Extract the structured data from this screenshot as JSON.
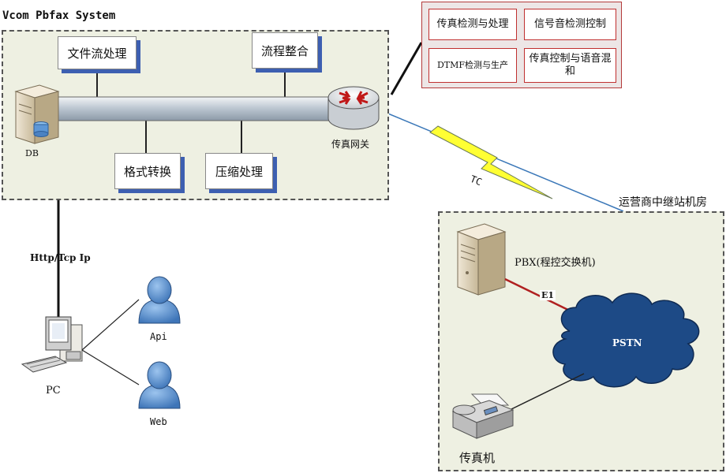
{
  "system_title": "Vcom Pbfax System",
  "modules": {
    "file_stream": "文件流处理",
    "process_integration": "流程整合",
    "format_conversion": "格式转换",
    "compression": "压缩处理"
  },
  "db_label": "DB",
  "gateway_label": "传真网关",
  "functions": {
    "fax_detect": "传真检测与处理",
    "signal_detect": "信号音检测控制",
    "dtmf": "DTMF检测与生产",
    "fax_control": "传真控制与语音混和"
  },
  "link_tc": "TC",
  "link_http": "Http/Tcp Ip",
  "pc_label": "PC",
  "users": {
    "api": "Api",
    "web": "Web"
  },
  "carrier": {
    "room_title": "运营商中继站机房",
    "pbx_label": "PBX(程控交换机)",
    "e1_label": "E1",
    "pstn_label": "PSTN",
    "fax_machine_label": "传真机"
  },
  "colors": {
    "area_fill": "#eef0e2",
    "module_shadow": "#3d5fb1",
    "function_border": "#c03030",
    "cloud_fill": "#1d4a86",
    "e1_arrow": "#b02020",
    "lightning": "#ffff33"
  }
}
